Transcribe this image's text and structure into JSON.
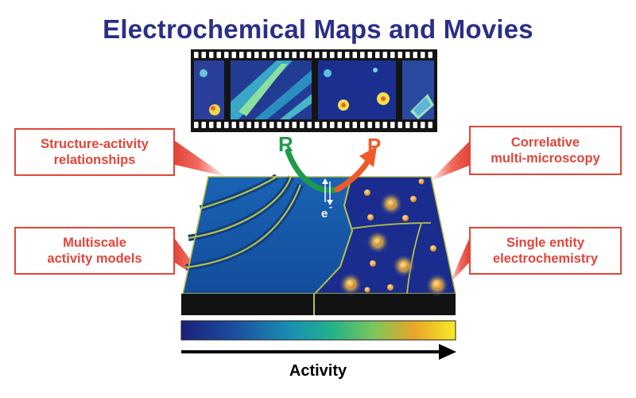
{
  "title": "Electrochemical Maps and Movies",
  "callouts": {
    "structure_activity": [
      "Structure-activity",
      "relationships"
    ],
    "multiscale": [
      "Multiscale",
      "activity models"
    ],
    "correlative": [
      "Correlative",
      "multi-microscopy"
    ],
    "single_entity": [
      "Single entity",
      "electrochemistry"
    ]
  },
  "reaction": {
    "reactant": "R",
    "product": "P",
    "electron": "e",
    "electron_charge": "-"
  },
  "activity_label": "Activity",
  "colors": {
    "title": "#2a2f87",
    "callout": "#e2453a",
    "reactant": "#1e9a4a",
    "product": "#f05a28",
    "low_activity": "#1f3f8f",
    "high_activity": "#f6e61d"
  }
}
